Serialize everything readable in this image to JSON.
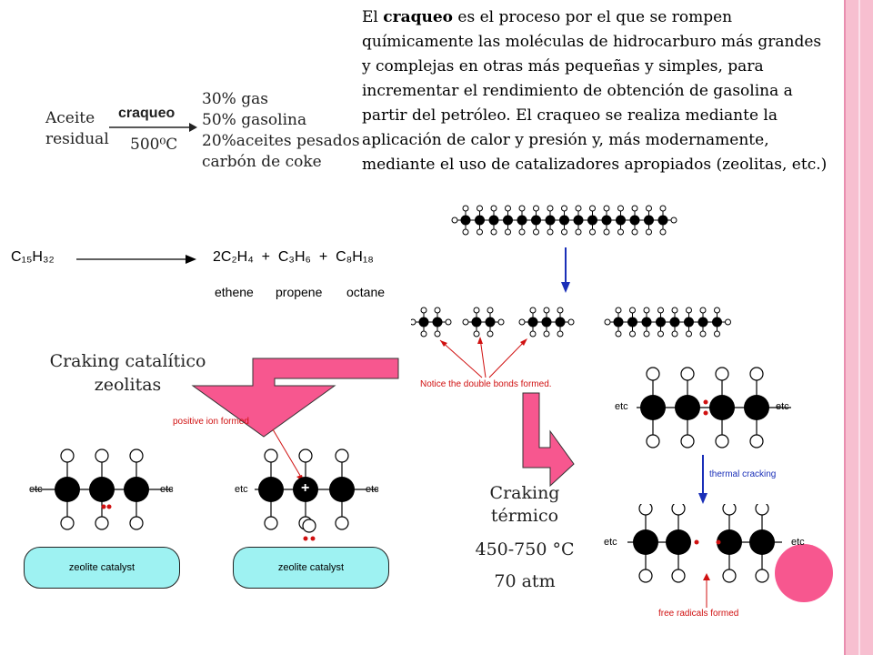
{
  "intro": {
    "prefix": "El ",
    "bold": "craqueo",
    "rest": " es el proceso por el que se rompen químicamente las moléculas de hidrocarburo más grandes y complejas en otras más pequeñas y simples, para incrementar el rendimiento de obtención de gasolina a partir del petróleo. El craqueo se realiza mediante la aplicación de calor y presión y, más modernamente, mediante el uso de catalizadores apropiados (zeolitas, etc.)"
  },
  "reaction": {
    "reactant_line1": "Aceite",
    "reactant_line2": "residual",
    "arrow_top": "craqueo",
    "arrow_bottom": "500⁰C",
    "products": [
      "30% gas",
      "50% gasolina",
      "20%aceites pesados",
      "carbón de coke"
    ]
  },
  "equation": {
    "reactant": "C₁₅H₃₂",
    "products": "2C₂H₄  +  C₃H₆  +  C₈H₁₈",
    "names": [
      "ethene",
      "propene",
      "octane"
    ]
  },
  "catalytic": {
    "title_line1": "Craking catalítico",
    "title_line2": "zeolitas",
    "note": "positive ion formed",
    "catalyst_label": "zeolite catalyst",
    "etc": "etc",
    "plus": "+"
  },
  "double_bonds_note": "Notice the double bonds formed.",
  "thermal": {
    "title_line1": "Craking",
    "title_line2": "térmico",
    "temperature": "450-750 °C",
    "pressure": "70 atm",
    "arrow_note": "thermal cracking",
    "radicals_note": "free radicals formed",
    "etc": "etc"
  },
  "colors": {
    "pink_arrow": "#f7578f",
    "stripe": "#f7bfd0",
    "catalyst_box": "#9ef2f2",
    "red": "#d01010",
    "blue": "#1a2fb8"
  }
}
